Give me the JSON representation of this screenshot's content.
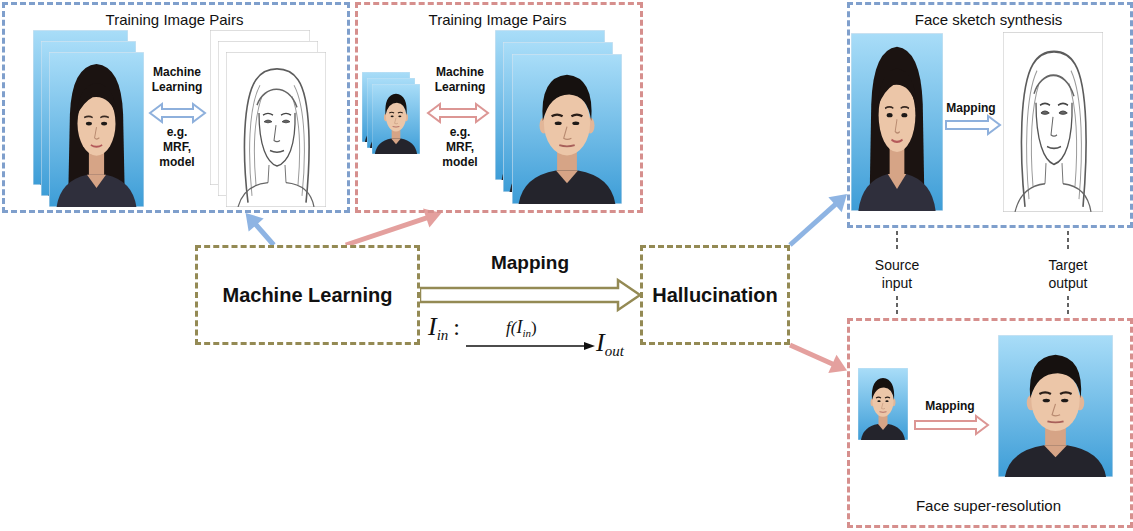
{
  "diagram": {
    "nodes": [
      {
        "text": [
          "Training Image Pairs",
          "Machine Learning",
          "e.g. MRF, model"
        ]
      },
      {
        "text": [
          "Training Image Pairs",
          "Machine Learning",
          "e.g. MRF, model"
        ]
      },
      {
        "text": [
          "Machine Learning"
        ]
      },
      {
        "text": [
          "Hallucination"
        ]
      },
      {
        "text": [
          "Face sketch synthesis",
          "Mapping"
        ]
      },
      {
        "text": [
          "Mapping",
          "Face super-resolution"
        ]
      }
    ],
    "edges": [
      {
        "from": 2,
        "to": 0,
        "arrow": "to"
      },
      {
        "from": 2,
        "to": 1,
        "arrow": "to"
      },
      {
        "from": 2,
        "to": 3,
        "label": "Mapping",
        "arrow": "to"
      },
      {
        "from": 3,
        "to": 4,
        "arrow": "to"
      },
      {
        "from": 3,
        "to": 5,
        "arrow": "to"
      }
    ],
    "labels": [
      "I",
      "in",
      ":",
      "f(",
      "I",
      "in",
      ")",
      "I",
      "out",
      "Source input",
      "Target output"
    ]
  }
}
